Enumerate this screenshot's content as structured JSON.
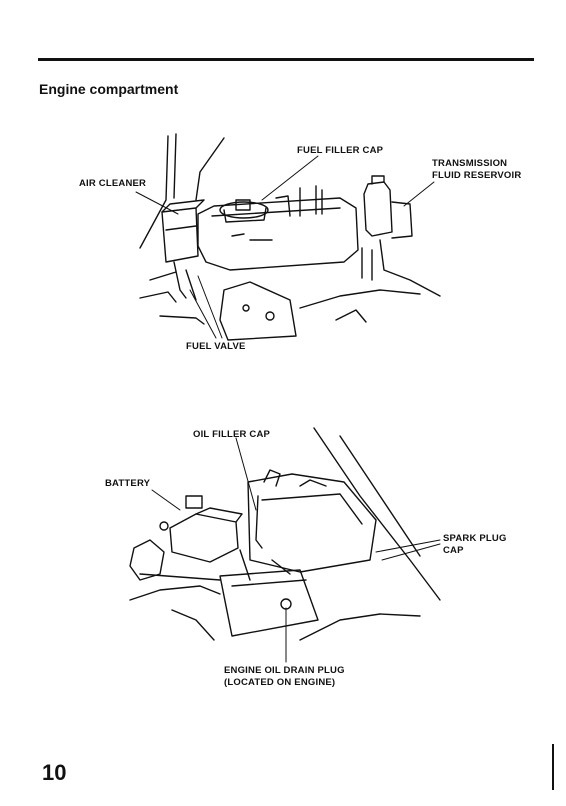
{
  "page": {
    "heading": "Engine compartment",
    "page_number": "10"
  },
  "figure_top": {
    "labels": {
      "fuel_filler_cap": "FUEL FILLER CAP",
      "transmission_line1": "TRANSMISSION",
      "transmission_line2": "FLUID RESERVOIR",
      "air_cleaner": "AIR CLEANER",
      "fuel_valve": "FUEL VALVE"
    }
  },
  "figure_bottom": {
    "labels": {
      "oil_filler_cap": "OIL FILLER CAP",
      "battery": "BATTERY",
      "spark_plug_line1": "SPARK PLUG",
      "spark_plug_line2": "CAP",
      "drain_plug_line1": "ENGINE OIL DRAIN PLUG",
      "drain_plug_line2": "(LOCATED ON ENGINE)"
    }
  }
}
